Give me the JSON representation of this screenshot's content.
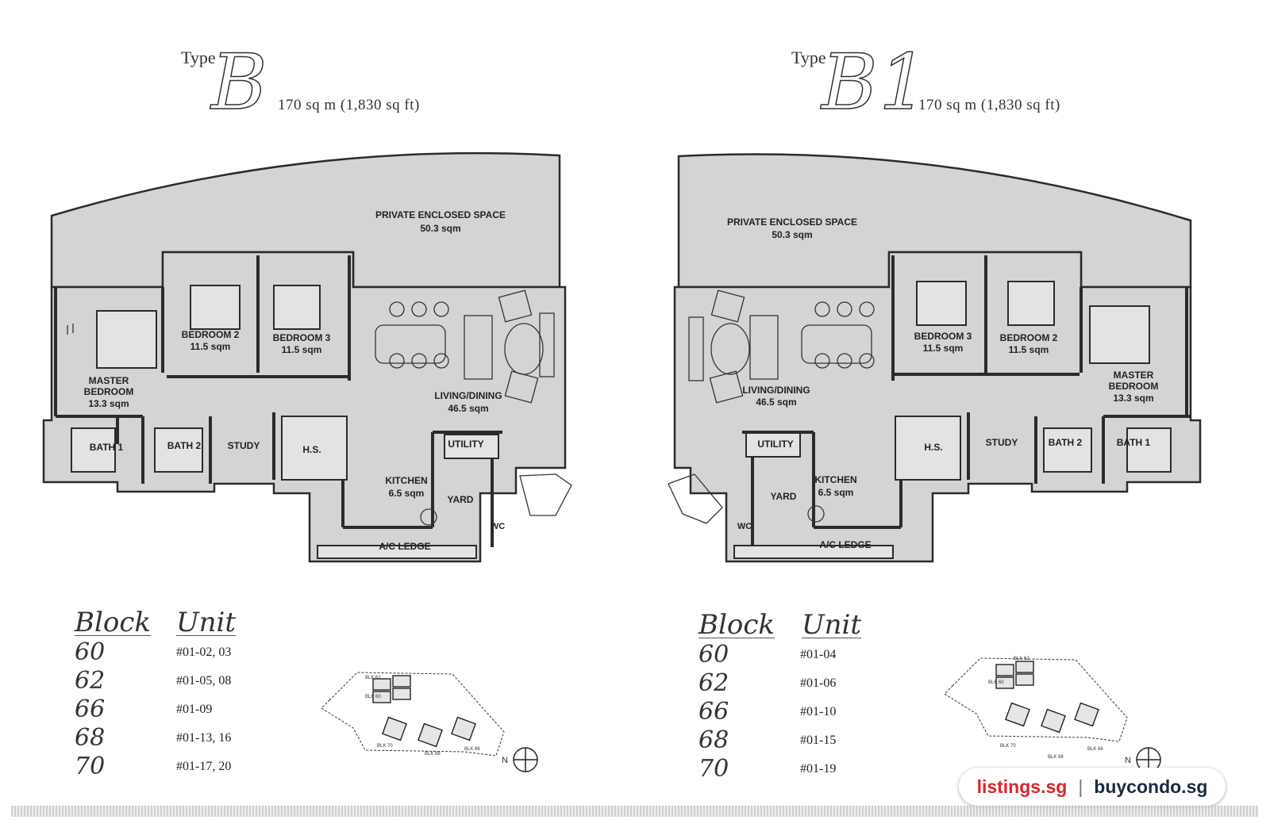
{
  "left": {
    "type_word": "Type",
    "type_letter": "B",
    "area": "170 sq m (1,830 sq ft)",
    "rooms": {
      "pes": "PRIVATE ENCLOSED SPACE",
      "pes_area": "50.3 sqm",
      "bed2": "BEDROOM 2",
      "bed2_area": "11.5 sqm",
      "bed3": "BEDROOM 3",
      "bed3_area": "11.5 sqm",
      "master1": "MASTER",
      "master2": "BEDROOM",
      "master_area": "13.3 sqm",
      "living": "LIVING/DINING",
      "living_area": "46.5 sqm",
      "bath1": "BATH 1",
      "bath2": "BATH 2",
      "study": "STUDY",
      "hs": "H.S.",
      "utility": "UTILITY",
      "kitchen": "KITCHEN",
      "kitchen_area": "6.5 sqm",
      "yard": "YARD",
      "wc": "WC",
      "ledge": "A/C LEDGE"
    },
    "block_head": "Block",
    "unit_head": "Unit",
    "rows": [
      {
        "block": "60",
        "unit": "#01-02, 03"
      },
      {
        "block": "62",
        "unit": "#01-05, 08"
      },
      {
        "block": "66",
        "unit": "#01-09"
      },
      {
        "block": "68",
        "unit": "#01-13, 16"
      },
      {
        "block": "70",
        "unit": "#01-17, 20"
      }
    ]
  },
  "right": {
    "type_word": "Type",
    "type_letter": "B1",
    "area": "170 sq m (1,830 sq ft)",
    "rooms": {
      "pes": "PRIVATE ENCLOSED SPACE",
      "pes_area": "50.3 sqm",
      "bed2": "BEDROOM 2",
      "bed2_area": "11.5 sqm",
      "bed3": "BEDROOM 3",
      "bed3_area": "11.5 sqm",
      "master1": "MASTER",
      "master2": "BEDROOM",
      "master_area": "13.3 sqm",
      "living": "LIVING/DINING",
      "living_area": "46.5 sqm",
      "bath1": "BATH 1",
      "bath2": "BATH 2",
      "study": "STUDY",
      "hs": "H.S.",
      "utility": "UTILITY",
      "kitchen": "KITCHEN",
      "kitchen_area": "6.5 sqm",
      "yard": "YARD",
      "wc": "WC",
      "ledge": "A/C LEDGE"
    },
    "block_head": "Block",
    "unit_head": "Unit",
    "rows": [
      {
        "block": "60",
        "unit": "#01-04"
      },
      {
        "block": "62",
        "unit": "#01-06"
      },
      {
        "block": "66",
        "unit": "#01-10"
      },
      {
        "block": "68",
        "unit": "#01-15"
      },
      {
        "block": "70",
        "unit": "#01-19"
      }
    ]
  },
  "site": {
    "blk62": "BLK 62",
    "blk60": "BLK 60",
    "blk70": "BLK 70",
    "blk68": "BLK 68",
    "blk66": "BLK 66",
    "north": "N"
  },
  "watermark": {
    "left": "listings.sg",
    "sep": "|",
    "right": "buycondo.sg"
  },
  "colors": {
    "plan_fill": "#d4d4d4",
    "wall": "#2b2b2b",
    "badge_red": "#d9262b",
    "badge_dark": "#1b2a44"
  }
}
